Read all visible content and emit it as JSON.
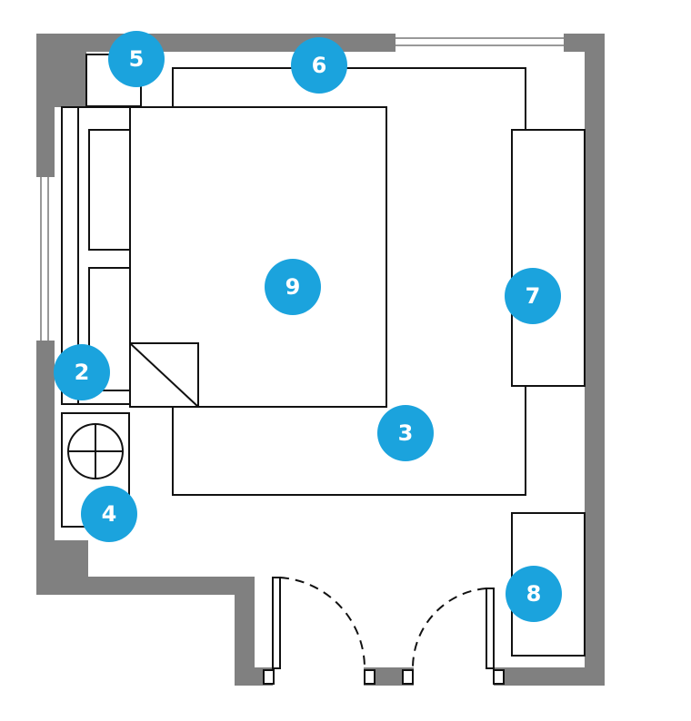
{
  "diagram": {
    "type": "bedroom floor plan",
    "colors": {
      "wall": "#808080",
      "badge": "#1BA3DD",
      "line": "#111111"
    },
    "badges": [
      {
        "id": "5",
        "label": "5"
      },
      {
        "id": "6",
        "label": "6"
      },
      {
        "id": "9",
        "label": "9"
      },
      {
        "id": "7",
        "label": "7"
      },
      {
        "id": "2",
        "label": "2"
      },
      {
        "id": "3",
        "label": "3"
      },
      {
        "id": "4",
        "label": "4"
      },
      {
        "id": "8",
        "label": "8"
      }
    ]
  }
}
